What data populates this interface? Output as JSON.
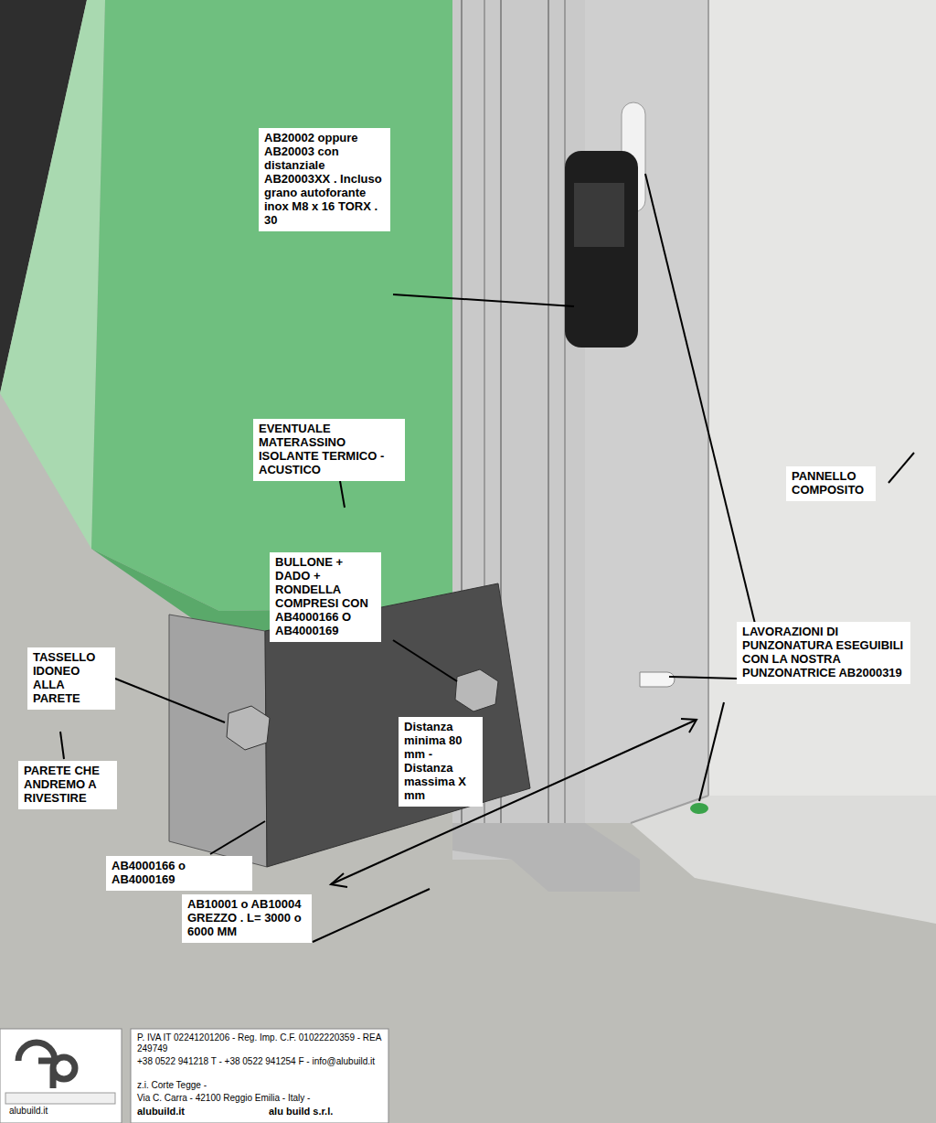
{
  "diagram": {
    "labels": [
      "AB20002 oppure AB20003 con distanziale AB20003XX . Incluso grano autoforante inox M8 x 16 TORX . 30",
      "EVENTUALE MATERASSINO ISOLANTE TERMICO - ACUSTICO",
      "BULLONE + DADO + RONDELLA COMPRESI CON AB4000166 O AB4000169",
      "PANNELLO COMPOSITO",
      "LAVORAZIONI DI PUNZONATURA ESEGUIBILI CON LA NOSTRA PUNZONATRICE AB2000319",
      "TASSELLO IDONEO ALLA PARETE",
      "Distanza minima 80 mm - Distanza massima X mm",
      "PARETE CHE ANDREMO A RIVESTIRE",
      "AB4000166 o AB4000169",
      "AB10001 o AB10004 GREZZO . L= 3000 o 6000 MM",
      "P. IVA IT 02241201206 - Reg. Imp. C.F. 01022220359 - REA 249749",
      "+38 0522 941218 T - +38 0522 941254 F - info@alubuild.it",
      "z.i. Corte Tegge -",
      "Via C. Carra - 42100 Reggio Emilia - Italy -",
      "alubuild.it",
      "alu build s.r.l.",
      "alubuild.it"
    ]
  }
}
